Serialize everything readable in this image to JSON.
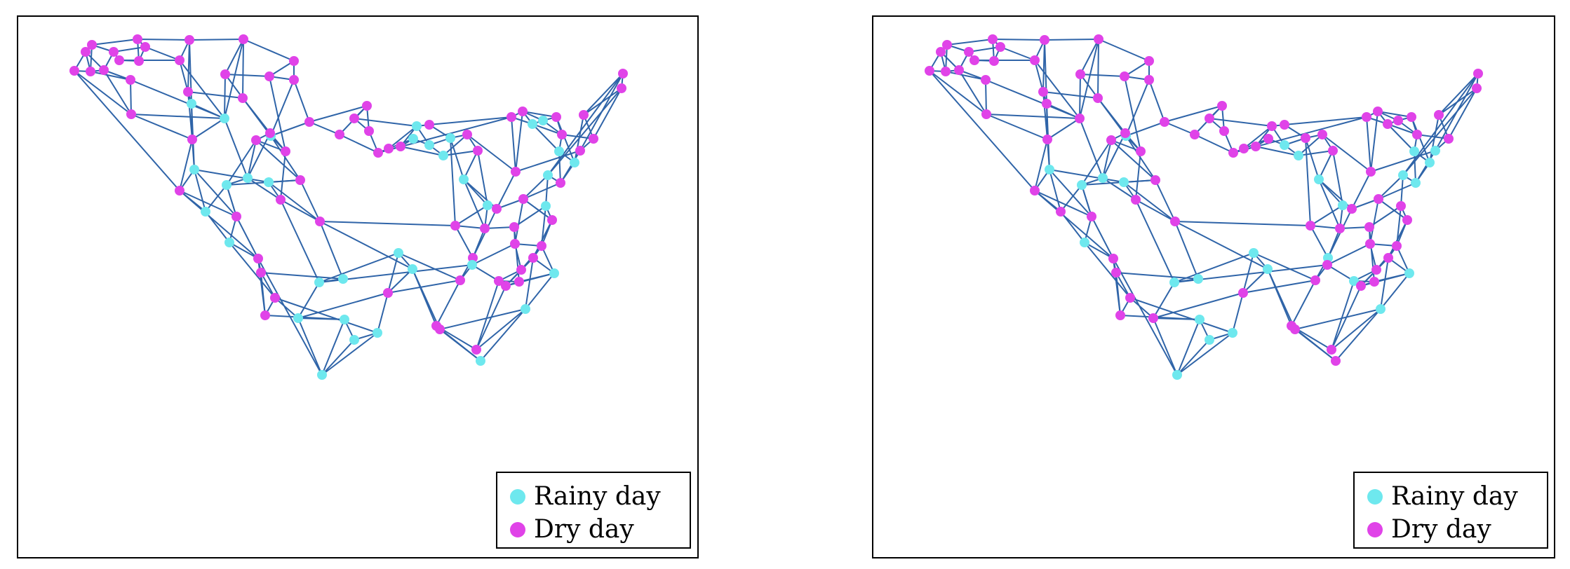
{
  "colors": {
    "rainy": "#6ee8ee",
    "dry": "#e043e8",
    "edge": "#2f64a8",
    "frame": "#000000"
  },
  "legend": {
    "rainy_label": "Rainy day",
    "dry_label": "Dry day"
  },
  "panels": [
    {
      "name": "left-map-panel",
      "rainy_nodes": [
        21,
        29,
        31,
        33,
        34,
        35,
        38,
        39,
        47,
        48,
        51,
        52,
        59,
        60,
        64,
        75,
        76,
        77,
        79,
        80,
        82,
        83,
        84,
        85,
        86,
        87,
        88,
        91,
        96,
        97,
        98,
        100,
        102,
        103,
        105
      ]
    },
    {
      "name": "right-map-panel",
      "rainy_nodes": [
        21,
        33,
        34,
        38,
        39,
        42,
        51,
        52,
        53,
        54,
        59,
        63,
        75,
        76,
        79,
        80,
        82,
        83,
        84,
        85,
        87,
        88,
        91,
        96,
        100,
        103,
        105
      ]
    }
  ]
}
